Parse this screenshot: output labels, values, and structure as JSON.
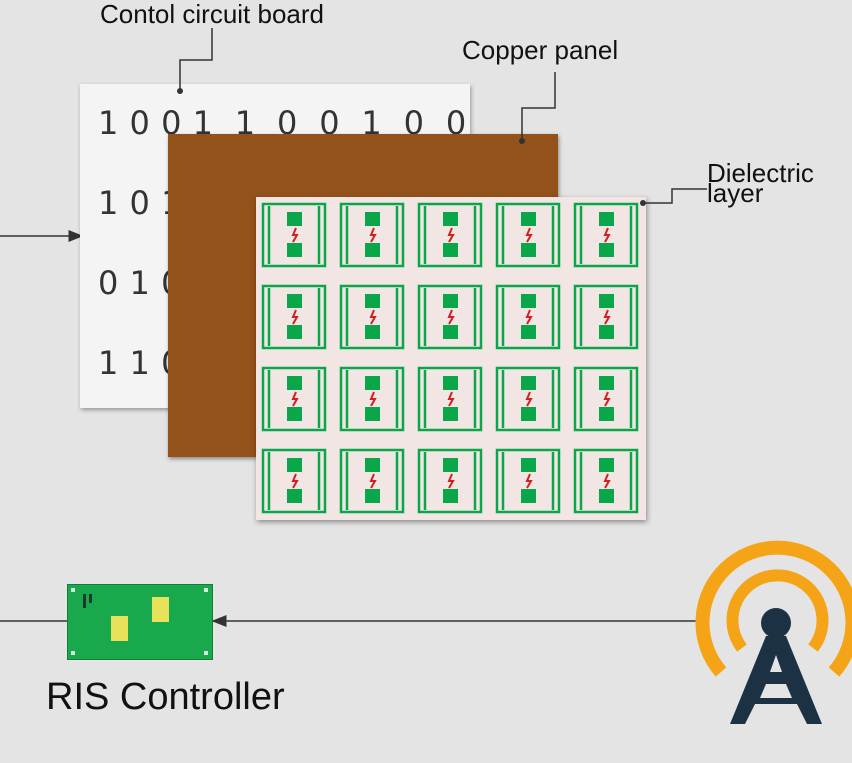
{
  "labels": {
    "control_board": "Contol circuit board",
    "copper_panel": "Copper panel",
    "dielectric_line1": "Dielectric",
    "dielectric_line2": "layer",
    "controller": "RIS Controller"
  },
  "board": {
    "bit_rows": [
      "1 0 0 1  1  0  0  1  0  0",
      "1 0 1",
      "0 1 0",
      "1 1 0"
    ]
  },
  "ris_grid": {
    "rows": 4,
    "cols": 5
  },
  "colors": {
    "background": "#e4e4e4",
    "board": "#f4f4f4",
    "copper": "#94521b",
    "dielectric": "#f2e6e4",
    "cell_green": "#0aa64a",
    "pin_red": "#d02020",
    "controller_green": "#1aa84c",
    "chip_yellow": "#e8e25a",
    "tower_navy": "#1d3144",
    "signal_orange": "#f5a417"
  },
  "icons": [
    "antenna-tower-icon",
    "controller-board-icon"
  ]
}
